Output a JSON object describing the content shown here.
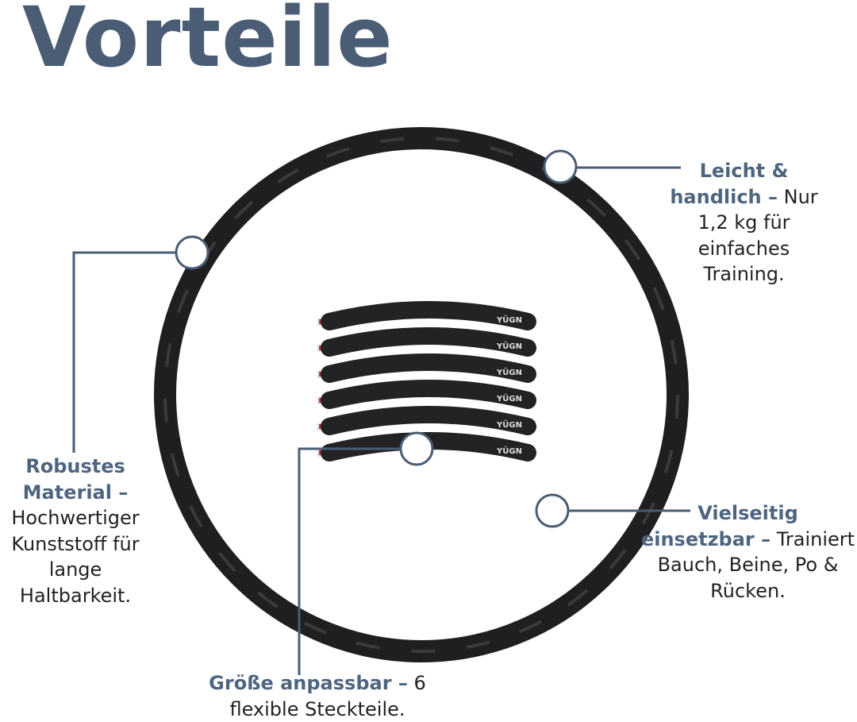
{
  "title": "Vorteile",
  "brand": "YÜGN",
  "accent_color": "#4a5d75",
  "callouts": [
    {
      "bold": "Leicht & handlich –",
      "text": "Nur 1,2 kg für einfaches Training."
    },
    {
      "bold": "Robustes Material –",
      "text": "Hochwertiger Kunststoff für lange Haltbarkeit."
    },
    {
      "bold": "Größe anpassbar –",
      "text": "6 flexible Steckteile."
    },
    {
      "bold": "Vielseitig einsetzbar –",
      "text": "Trainiert Bauch, Beine, Po & Rücken."
    }
  ]
}
